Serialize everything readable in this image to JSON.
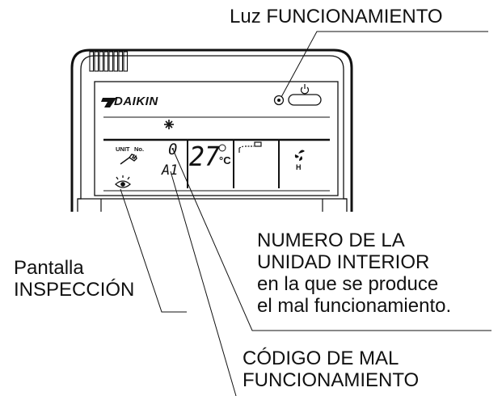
{
  "device": {
    "brand": "DAIKIN",
    "unit_label": "UNIT",
    "no_label": "No.",
    "unit_number_digit": "0",
    "fault_code": "A1",
    "temperature": "27",
    "temperature_unit": "°C",
    "fan_mode_letter": "H"
  },
  "callouts": {
    "operation_light": "Luz FUNCIONAMIENTO",
    "indoor_unit_number_line1": "NUMERO DE LA",
    "indoor_unit_number_line2": "UNIDAD INTERIOR",
    "indoor_unit_number_line3": "en la que se produce",
    "indoor_unit_number_line4": "el mal funcionamiento.",
    "inspection_display_line1": "Pantalla",
    "inspection_display_line2": "INSPECCIÓN",
    "fault_code_line1": "CÓDIGO DE MAL",
    "fault_code_line2": "FUNCIONAMIENTO"
  },
  "icons": [
    "snowflake-icon",
    "wrench-icon",
    "inspection-eye-icon",
    "fan-icon",
    "power-icon",
    "operation-lamp-icon"
  ]
}
